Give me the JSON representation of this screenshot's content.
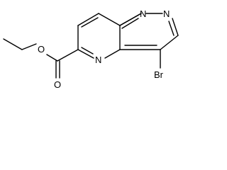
{
  "molecule": {
    "atoms": {
      "n_bridge": "N",
      "n_pyrazole": "N",
      "n_pyrimidine": "N",
      "o_ether": "O",
      "o_carbonyl": "O",
      "bromine": "Br"
    }
  }
}
